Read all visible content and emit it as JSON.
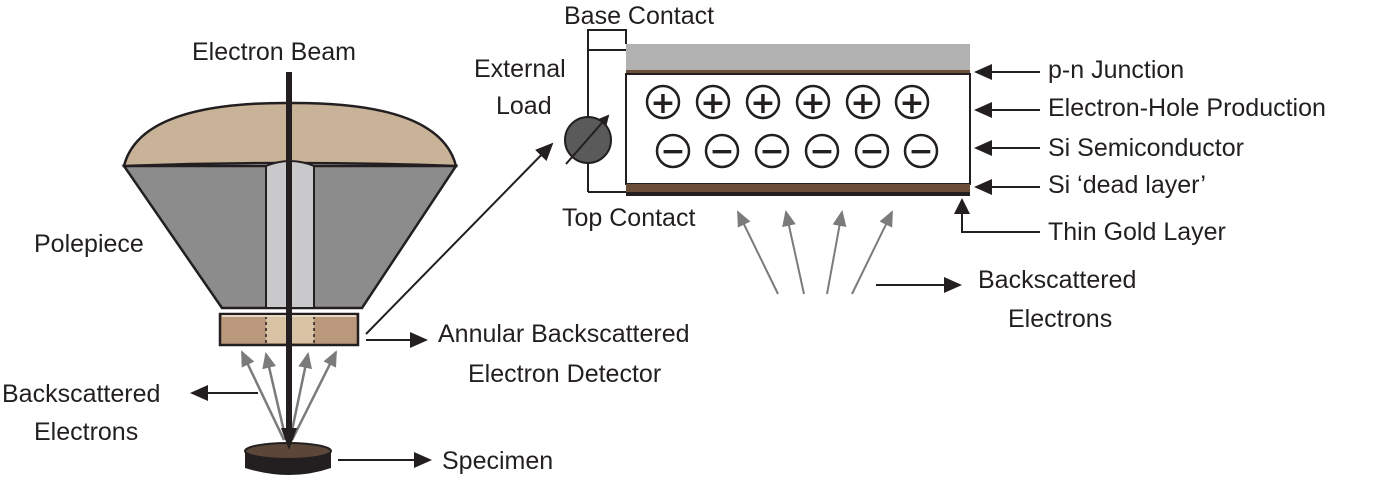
{
  "labels": {
    "electron_beam": "Electron Beam",
    "polepiece": "Polepiece",
    "annular_line1": "Annular Backscattered",
    "annular_line2": "Electron Detector",
    "bse_left_line1": "Backscattered",
    "bse_left_line2": "Electrons",
    "specimen": "Specimen",
    "base_contact": "Base Contact",
    "external_line1": "External",
    "external_line2": "Load",
    "top_contact": "Top Contact",
    "pn_junction": "p-n Junction",
    "electron_hole": "Electron-Hole Production",
    "si_semiconductor": "Si Semiconductor",
    "si_dead_layer": "Si ‘dead layer’",
    "thin_gold": "Thin Gold Layer",
    "bse_right_line1": "Backscattered",
    "bse_right_line2": "Electrons"
  },
  "symbols": {
    "plus": "+",
    "minus": "−"
  },
  "colors": {
    "polepiece_top": "#c8b298",
    "polepiece_body": "#8c8c8c",
    "bore": "#c9c9cb",
    "detector": "#b9987c",
    "detector_inner": "#d8c3a5",
    "specimen_top": "#5c4638",
    "base_contact": "#b1b1b1",
    "gold_layer": "#6b4e3a",
    "arrow_gray": "#7b7b7b",
    "ink": "#231f20"
  }
}
